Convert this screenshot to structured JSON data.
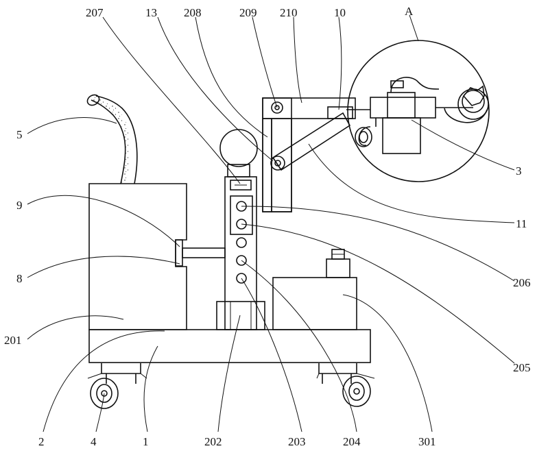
{
  "labels": {
    "l207": "207",
    "l13": "13",
    "l208": "208",
    "l209": "209",
    "l210": "210",
    "l10": "10",
    "lA": "A",
    "l5": "5",
    "l9": "9",
    "l8": "8",
    "l201": "201",
    "l3": "3",
    "l11": "11",
    "l206": "206",
    "l205": "205",
    "l2": "2",
    "l4": "4",
    "l1": "1",
    "l202": "202",
    "l203": "203",
    "l204": "204",
    "l301": "301"
  }
}
